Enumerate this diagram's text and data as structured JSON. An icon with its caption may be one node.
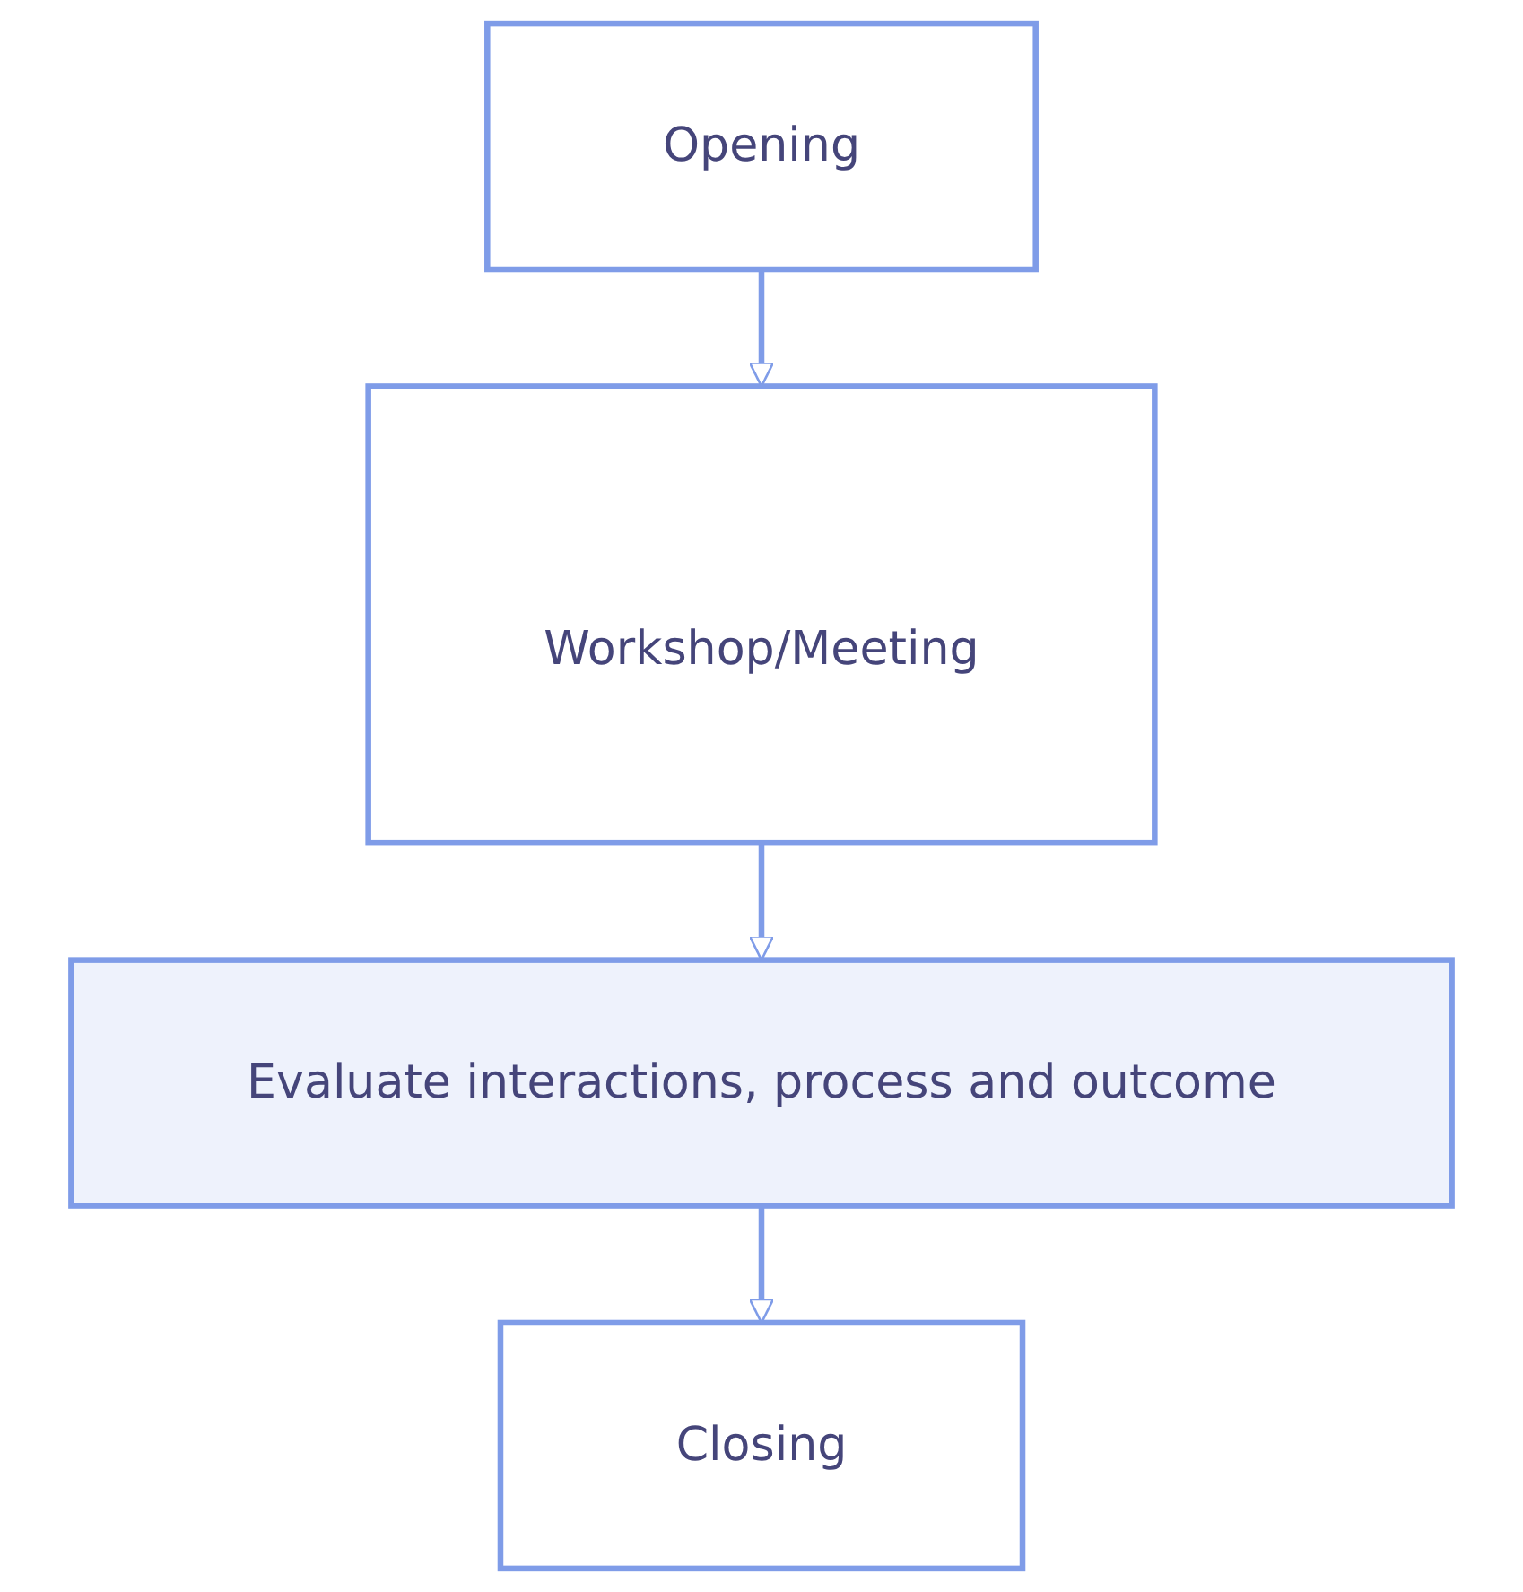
{
  "diagram": {
    "nodes": [
      {
        "text": [
          "Opening"
        ]
      },
      {
        "text": [
          "Workshop/Meeting"
        ]
      },
      {
        "text": [
          "Evaluate interactions, process and outcome"
        ]
      },
      {
        "text": [
          "Closing"
        ]
      }
    ],
    "edges": [
      {
        "from": 0,
        "to": 1,
        "arrow": "to"
      },
      {
        "from": 1,
        "to": 2,
        "arrow": "to"
      },
      {
        "from": 2,
        "to": 3,
        "arrow": "to"
      }
    ]
  }
}
